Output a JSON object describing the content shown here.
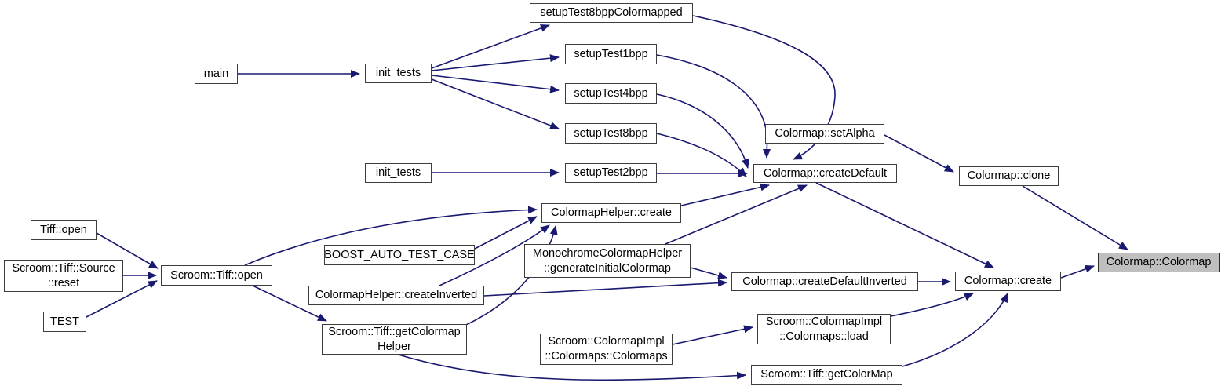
{
  "diagram": {
    "kind": "caller-graph",
    "highlighted_node": "Colormap::Colormap",
    "colors": {
      "edge": "#191970",
      "node_fill": "#ffffff",
      "node_border": "#3d3d3d",
      "highlight_fill": "#bfbfbf",
      "text": "#000000",
      "background": "#ffffff"
    },
    "nodes": [
      {
        "id": "main",
        "label": "main"
      },
      {
        "id": "init_tests_1",
        "label": "init_tests"
      },
      {
        "id": "setup8c",
        "label": "setupTest8bppColormapped"
      },
      {
        "id": "setup1",
        "label": "setupTest1bpp"
      },
      {
        "id": "setup4",
        "label": "setupTest4bpp"
      },
      {
        "id": "setup8",
        "label": "setupTest8bpp"
      },
      {
        "id": "init_tests_2",
        "label": "init_tests"
      },
      {
        "id": "setup2",
        "label": "setupTest2bpp"
      },
      {
        "id": "set_alpha",
        "label": "Colormap::setAlpha"
      },
      {
        "id": "create_default",
        "label": "Colormap::createDefault"
      },
      {
        "id": "clone",
        "label": "Colormap::clone"
      },
      {
        "id": "create_default_inverted",
        "label": "Colormap::createDefaultInverted"
      },
      {
        "id": "create",
        "label": "Colormap::create"
      },
      {
        "id": "colormap_ctor",
        "label": "Colormap::Colormap",
        "highlighted": true
      },
      {
        "id": "tiff_open",
        "label": "Tiff::open"
      },
      {
        "id": "source_reset",
        "label": "Scroom::Tiff::Source\n::reset"
      },
      {
        "id": "test",
        "label": "TEST"
      },
      {
        "id": "scroom_tiff_open",
        "label": "Scroom::Tiff::open"
      },
      {
        "id": "helper_create",
        "label": "ColormapHelper::create"
      },
      {
        "id": "boost_case",
        "label": "BOOST_AUTO_TEST_CASE"
      },
      {
        "id": "mono_gen",
        "label": "MonochromeColormapHelper\n::generateInitialColormap"
      },
      {
        "id": "helper_create_inverted",
        "label": "ColormapHelper::createInverted"
      },
      {
        "id": "get_colormap_helper",
        "label": "Scroom::Tiff::getColormap\nHelper"
      },
      {
        "id": "colormaps_ctor",
        "label": "Scroom::ColormapImpl\n::Colormaps::Colormaps"
      },
      {
        "id": "colormaps_load",
        "label": "Scroom::ColormapImpl\n::Colormaps::load"
      },
      {
        "id": "get_colormap",
        "label": "Scroom::Tiff::getColorMap"
      }
    ],
    "edges": [
      {
        "from": "main",
        "to": "init_tests_1"
      },
      {
        "from": "init_tests_1",
        "to": "setup8c"
      },
      {
        "from": "init_tests_1",
        "to": "setup1"
      },
      {
        "from": "init_tests_1",
        "to": "setup4"
      },
      {
        "from": "init_tests_1",
        "to": "setup8"
      },
      {
        "from": "init_tests_2",
        "to": "setup2"
      },
      {
        "from": "setup8c",
        "to": "create_default"
      },
      {
        "from": "setup1",
        "to": "create_default"
      },
      {
        "from": "setup4",
        "to": "create_default"
      },
      {
        "from": "setup8",
        "to": "create_default"
      },
      {
        "from": "setup2",
        "to": "create_default"
      },
      {
        "from": "set_alpha",
        "to": "clone"
      },
      {
        "from": "clone",
        "to": "colormap_ctor"
      },
      {
        "from": "create_default",
        "to": "create"
      },
      {
        "from": "create_default_inverted",
        "to": "create"
      },
      {
        "from": "create",
        "to": "colormap_ctor"
      },
      {
        "from": "tiff_open",
        "to": "scroom_tiff_open"
      },
      {
        "from": "source_reset",
        "to": "scroom_tiff_open"
      },
      {
        "from": "test",
        "to": "scroom_tiff_open"
      },
      {
        "from": "scroom_tiff_open",
        "to": "helper_create"
      },
      {
        "from": "scroom_tiff_open",
        "to": "get_colormap_helper"
      },
      {
        "from": "boost_case",
        "to": "helper_create"
      },
      {
        "from": "helper_create_inverted",
        "to": "helper_create"
      },
      {
        "from": "get_colormap_helper",
        "to": "helper_create"
      },
      {
        "from": "helper_create",
        "to": "create_default"
      },
      {
        "from": "mono_gen",
        "to": "create_default"
      },
      {
        "from": "mono_gen",
        "to": "create_default_inverted"
      },
      {
        "from": "helper_create_inverted",
        "to": "create_default_inverted"
      },
      {
        "from": "colormaps_ctor",
        "to": "colormaps_load"
      },
      {
        "from": "colormaps_load",
        "to": "create"
      },
      {
        "from": "get_colormap",
        "to": "create"
      },
      {
        "from": "get_colormap_helper",
        "to": "get_colormap"
      }
    ]
  }
}
